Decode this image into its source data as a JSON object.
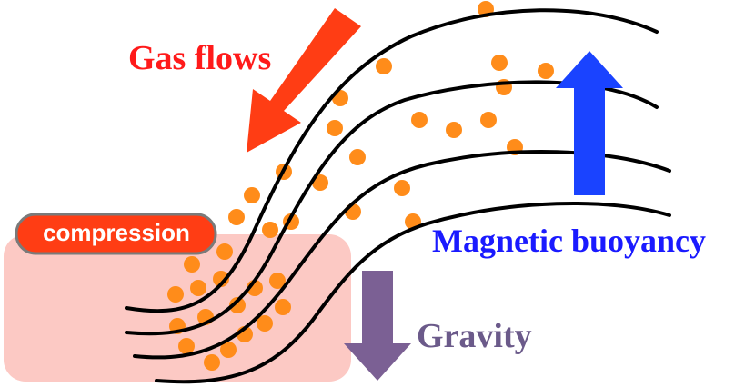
{
  "labels": {
    "gas_flows": "Gas flows",
    "compression": "compression",
    "magnetic_buoyancy": "Magnetic buoyancy",
    "gravity": "Gravity"
  },
  "colors": {
    "gas_flows_arrow": "#ff3d14",
    "gas_flows_text": "#ff1a1a",
    "magnetic_arrow": "#1a43ff",
    "magnetic_text": "#1a1aff",
    "gravity_arrow": "#7b6094",
    "gravity_text": "#6b5a8a",
    "compression_region": "#fcc9c4",
    "compression_pill": "#ff3d14",
    "compression_pill_border": "#7a7a7a",
    "compression_text": "#ffffff",
    "gas_dots": "#ff8c1a",
    "field_lines": "#000000"
  }
}
